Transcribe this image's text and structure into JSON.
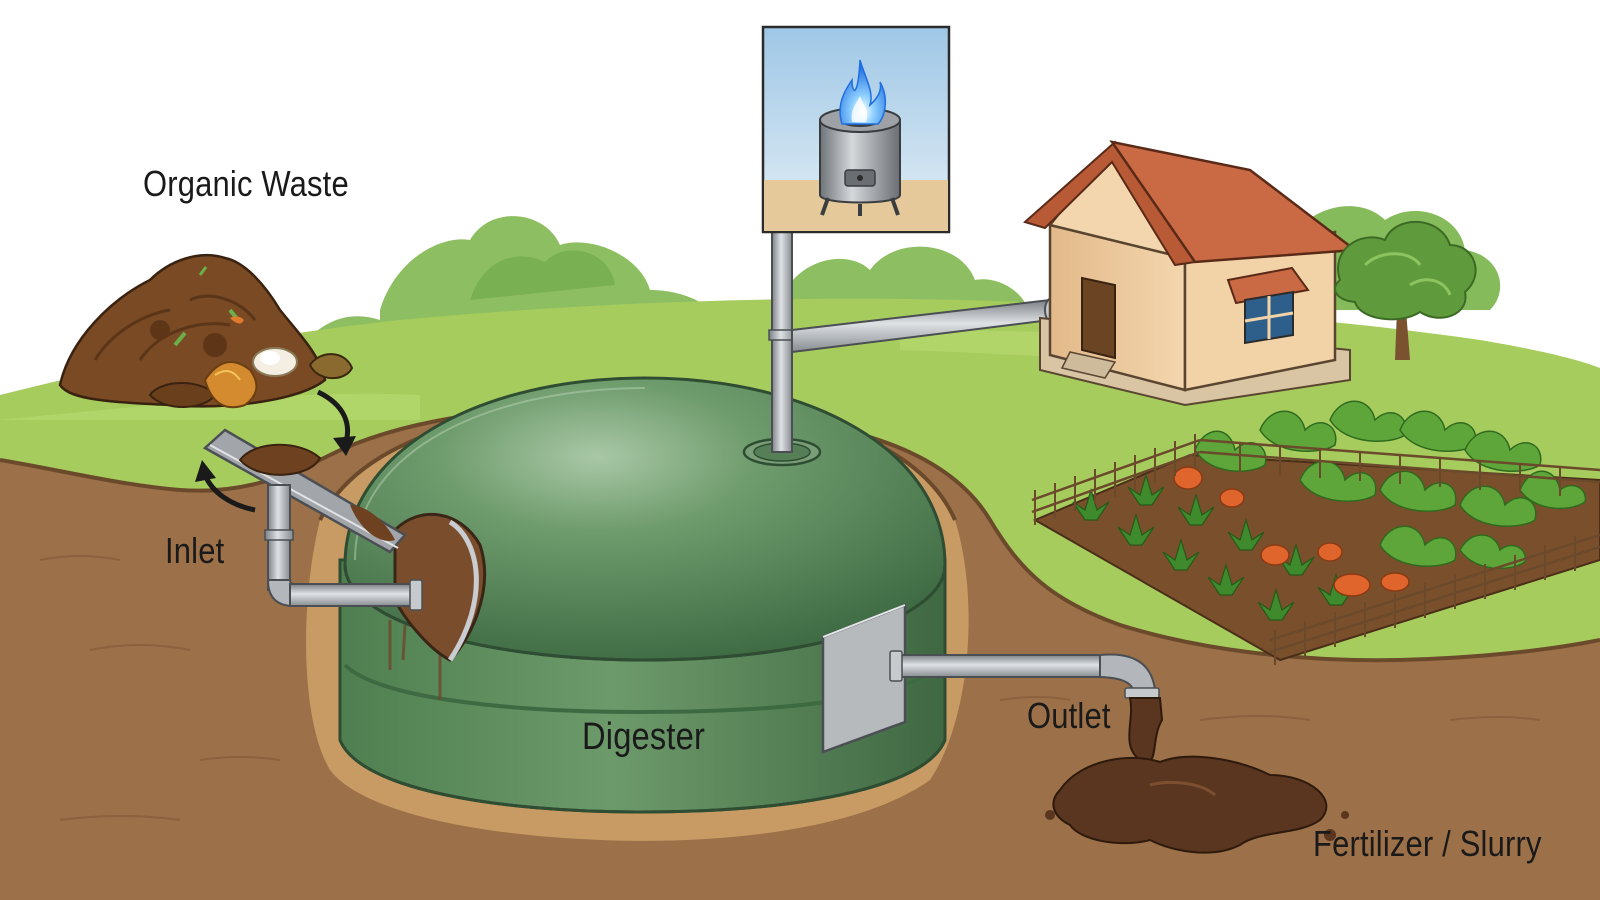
{
  "labels": {
    "organic_waste": "Organic Waste",
    "inlet": "Inlet",
    "digester": "Digester",
    "outlet": "Outlet",
    "fertilizer": "Fertilizer / Slurry"
  },
  "colors": {
    "grass": "#a6cc5e",
    "soil": "#9c7048",
    "digester": "#5c8a5b",
    "pipe": "#a9adb2",
    "flame": "#3d8ef0",
    "roof": "#c96a44",
    "house_wall": "#f0cfa3",
    "slurry": "#5a3620"
  },
  "icons": {
    "stove": "gas-stove-icon",
    "flame": "flame-icon",
    "house": "house-icon",
    "tree": "tree-icon",
    "garden": "vegetable-garden-icon"
  }
}
